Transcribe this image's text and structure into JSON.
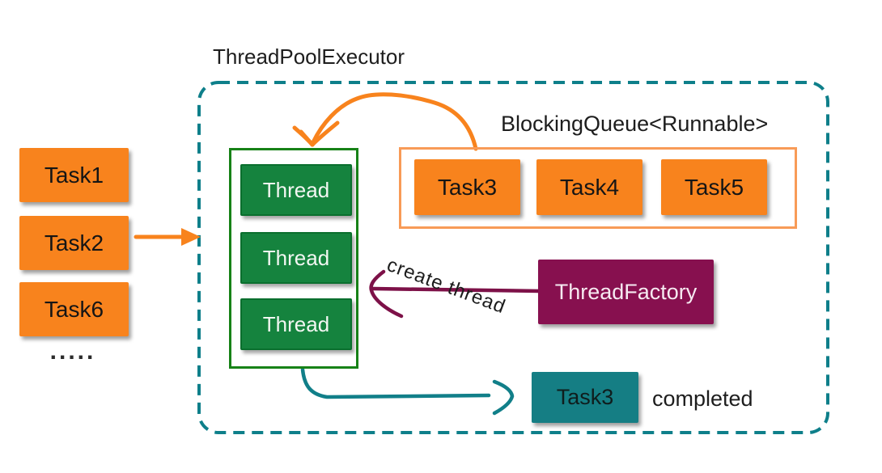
{
  "title": "ThreadPoolExecutor",
  "left_tasks": {
    "items": [
      "Task1",
      "Task2",
      "Task6"
    ],
    "ellipsis": "....."
  },
  "pool": {
    "threads": [
      "Thread",
      "Thread",
      "Thread"
    ]
  },
  "queue": {
    "label": "BlockingQueue<Runnable>",
    "items": [
      "Task3",
      "Task4",
      "Task5"
    ]
  },
  "factory": {
    "label": "ThreadFactory"
  },
  "arrows": {
    "create_thread_label": "create thread"
  },
  "completed": {
    "task": "Task3",
    "caption": "completed"
  },
  "colors": {
    "task_orange": "#F8831D",
    "queue_border_orange": "#F89B57",
    "thread_green": "#15833E",
    "pool_border_green": "#178217",
    "teal_fill": "#157E84",
    "teal_stroke": "#117F89",
    "boundary_teal": "#0E7F8A",
    "factory_magenta": "#87104F",
    "magenta_stroke": "#7D1148",
    "text": "#1D1D1D"
  }
}
